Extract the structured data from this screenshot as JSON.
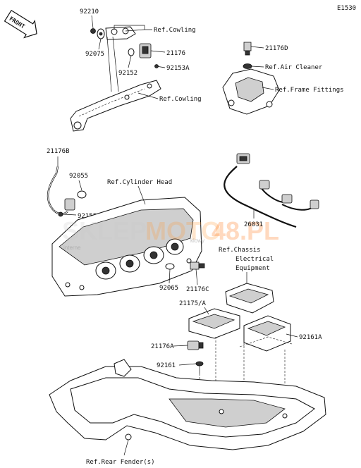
{
  "diagram_code": "E1530",
  "front_label": "FRONT",
  "watermark": {
    "main_left": "SKLEP",
    "main_mid": "MOTO",
    "main_right": "48.PL",
    "sub_left": "interne",
    "sub_right": "klowy"
  },
  "colors": {
    "watermark_left": "#c8c8c8",
    "watermark_mid": "#ff9933",
    "watermark_right": "#ff6600"
  },
  "labels": {
    "p92210": "92210",
    "p92075": "92075",
    "ref_cowling_top": "Ref.Cowling",
    "p21176": "21176",
    "p92152": "92152",
    "p92153A": "92153A",
    "ref_cowling_mid": "Ref.Cowling",
    "p21176D": "21176D",
    "ref_air_cleaner": "Ref.Air Cleaner",
    "ref_frame_fittings": "Ref.Frame Fittings",
    "p21176B": "21176B",
    "p92055": "92055",
    "ref_cylinder_head": "Ref.Cylinder Head",
    "p92153": "92153",
    "p26031": "26031",
    "ref_chassis": "Ref.Chassis",
    "electrical": "Electrical",
    "equipment": "Equipment",
    "p92065": "92065",
    "p21176C": "21176C",
    "p21175A": "21175/A",
    "p92161A": "92161A",
    "p21176A": "21176A",
    "p92161": "92161",
    "ref_rear_fender": "Ref.Rear Fender(s)"
  }
}
